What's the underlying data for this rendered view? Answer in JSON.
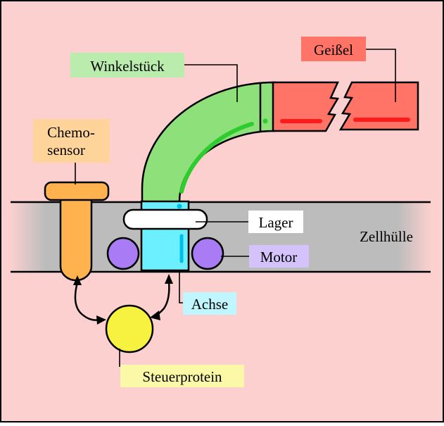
{
  "labels": {
    "flagellum": "Geißel",
    "hook": "Winkelstück",
    "chemosensor_line1": "Chemo-",
    "chemosensor_line2": "sensor",
    "bearing": "Lager",
    "cell_envelope": "Zellhülle",
    "motor": "Motor",
    "axis": "Achse",
    "control_protein": "Steuerprotein"
  },
  "colors": {
    "background": "#fbd0cf",
    "membrane": "#bcbcbc",
    "flagellum": "#ff7466",
    "flagellum_stripe": "#ff1a1a",
    "hook": "#8ee07a",
    "hook_stripe": "#2ecc2e",
    "chemosensor": "#ffb24d",
    "chemosensor_label_bg": "#ffd49a",
    "axis": "#6cf0ff",
    "axis_label_bg": "#bff6ff",
    "motor": "#a97cf5",
    "motor_label_bg": "#d4c2fb",
    "bearing": "#ffffff",
    "control_protein": "#f7f140",
    "control_label_bg": "#fbf8a8",
    "flagellum_label_bg": "#ff7466",
    "hook_label_bg": "#b9ecad"
  }
}
